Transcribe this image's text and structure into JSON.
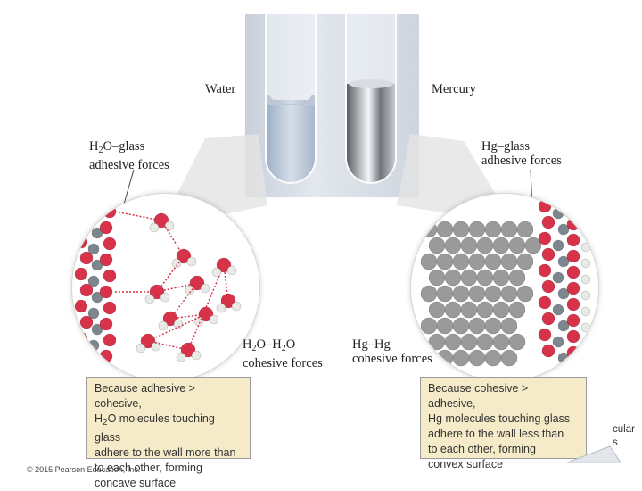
{
  "labels": {
    "water": "Water",
    "mercury": "Mercury",
    "h2o_glass_formula": [
      "H",
      "2",
      "O–glass"
    ],
    "h2o_glass_line2": "adhesive forces",
    "hg_glass_line1": "Hg–glass",
    "hg_glass_line2": "adhesive forces",
    "h2o_h2o_formula": [
      "H",
      "2",
      "O–H",
      "2",
      "O"
    ],
    "h2o_h2o_line2": "cohesive forces",
    "hg_hg_line1": "Hg–Hg",
    "hg_hg_line2": "cohesive forces"
  },
  "notes": {
    "left": {
      "line1": "Because adhesive > cohesive,",
      "line2_parts": [
        "H",
        "2",
        "O molecules touching glass"
      ],
      "line3": "adhere to the wall more than",
      "line4": "to each other, forming",
      "line5": "concave surface"
    },
    "right": {
      "line1": "Because cohesive > adhesive,",
      "line2": "Hg molecules touching glass",
      "line3": "adhere to the wall less than",
      "line4": "to each other, forming",
      "line5": "convex surface"
    }
  },
  "cut_off_text": {
    "line1": "cular",
    "line2": "s"
  },
  "copyright": "© 2015 Pearson Education, Inc.",
  "colors": {
    "oxygen": "#d8324a",
    "hydrogen": "#e9e9e6",
    "glass_atom": "#7d868e",
    "mercury_atom": "#9a9a9a",
    "note_bg": "#f6ebc8"
  }
}
